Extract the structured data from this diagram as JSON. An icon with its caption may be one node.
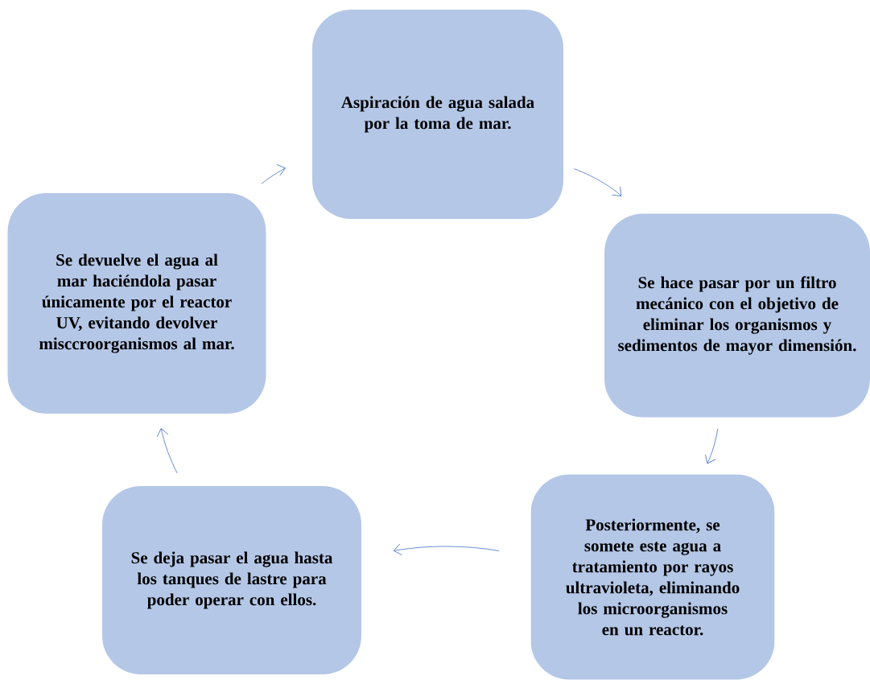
{
  "diagram": {
    "nodes": [
      {
        "text": [
          "Aspiración de agua salada por la toma de mar."
        ]
      },
      {
        "text": [
          "Se hace pasar por un filtro mecánico con el objetivo de eliminar los organismos y sedimentos de mayor dimensión."
        ]
      },
      {
        "text": [
          "Posteriormente, se somete este agua a tratamiento por rayos ultravioleta, eliminando los microorganismos en un reactor."
        ]
      },
      {
        "text": [
          "Se deja pasar el agua hasta los tanques de lastre para poder operar con ellos."
        ]
      },
      {
        "text": [
          "Se devuelve el agua al mar haciéndola pasar únicamente por el reactor UV, evitando devolver misccroorganismos al mar."
        ]
      }
    ],
    "edges": [
      {
        "from": 0,
        "to": 1,
        "arrow": "to"
      },
      {
        "from": 1,
        "to": 2,
        "arrow": "to"
      },
      {
        "from": 2,
        "to": 3,
        "arrow": "to"
      },
      {
        "from": 3,
        "to": 4,
        "arrow": "to"
      },
      {
        "from": 4,
        "to": 0,
        "arrow": "to"
      }
    ]
  }
}
